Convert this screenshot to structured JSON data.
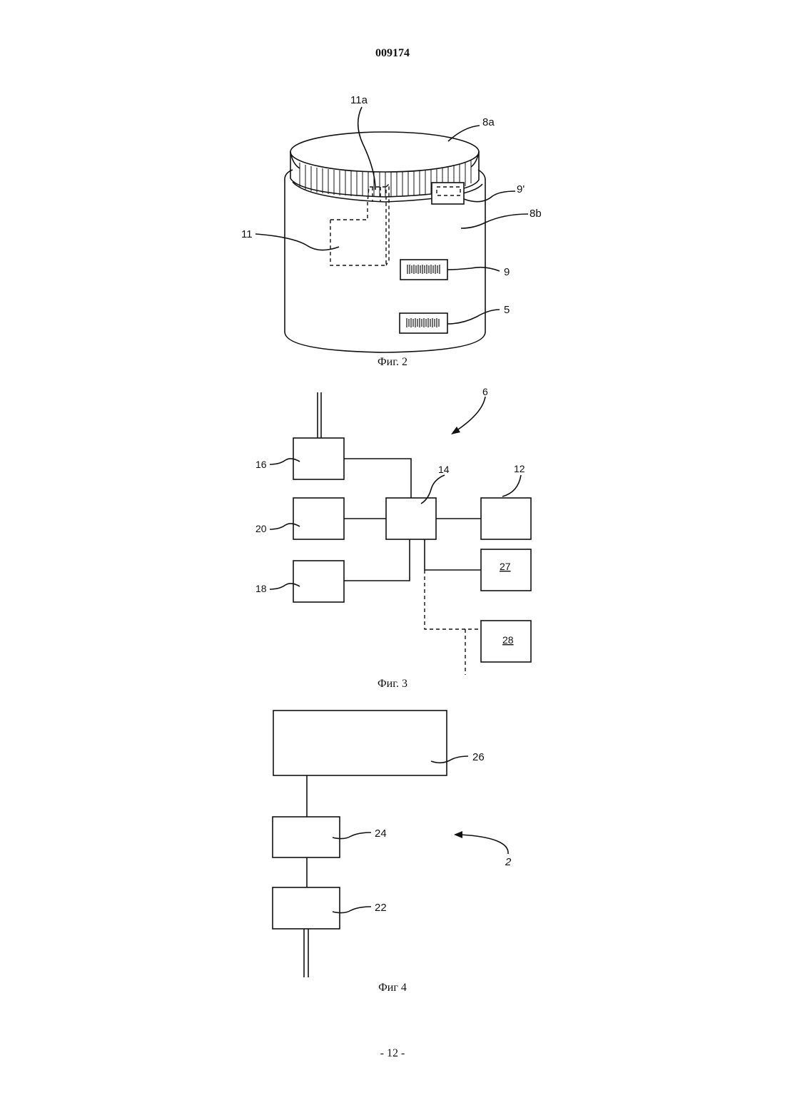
{
  "header": {
    "doc_number": "009174"
  },
  "figure2": {
    "caption": "Фиг. 2",
    "labels": {
      "lid": "8a",
      "body": "8b",
      "sensor": "11",
      "sensor_tip": "11a",
      "tag_top": "9'",
      "tag_mid": "9",
      "tag_bottom": "5"
    }
  },
  "figure3": {
    "caption": "Фиг. 3",
    "labels": {
      "unit": "6",
      "b16": "16",
      "b20": "20",
      "b18": "18",
      "b14": "14",
      "b12": "12",
      "b27": "27",
      "b28": "28"
    }
  },
  "figure4": {
    "caption": "Фиг 4",
    "labels": {
      "b26": "26",
      "b24": "24",
      "b22": "22",
      "system": "2"
    }
  },
  "footer": {
    "page_number": "- 12 -"
  }
}
